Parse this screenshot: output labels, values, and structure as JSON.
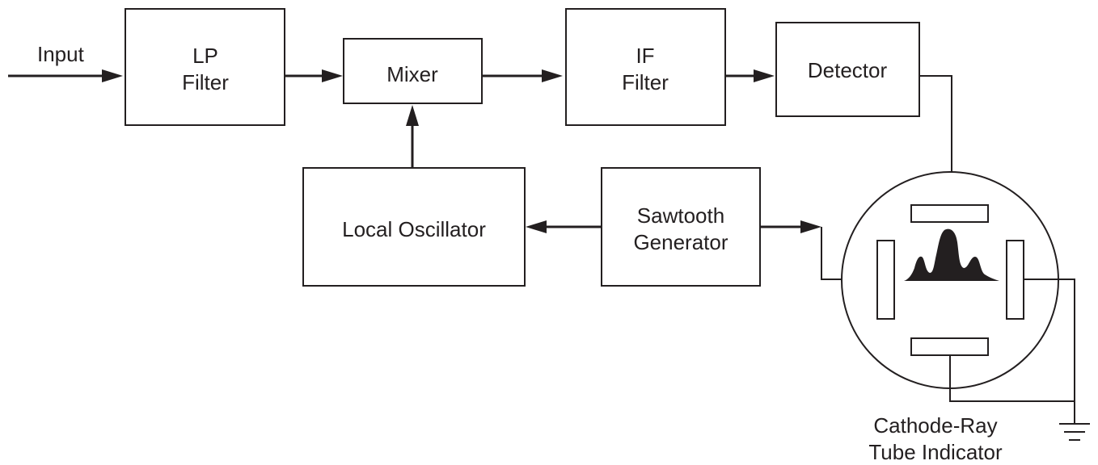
{
  "diagram": {
    "input_label": "Input",
    "blocks": {
      "lp_filter": {
        "line1": "LP",
        "line2": "Filter"
      },
      "mixer": {
        "label": "Mixer"
      },
      "if_filter": {
        "line1": "IF",
        "line2": "Filter"
      },
      "detector": {
        "label": "Detector"
      },
      "local_oscillator": {
        "label": "Local Oscillator"
      },
      "sawtooth_generator": {
        "line1": "Sawtooth",
        "line2": "Generator"
      }
    },
    "crt": {
      "line1": "Cathode-Ray",
      "line2": "Tube Indicator"
    },
    "colors": {
      "ink": "#231f20",
      "background": "#ffffff"
    }
  }
}
